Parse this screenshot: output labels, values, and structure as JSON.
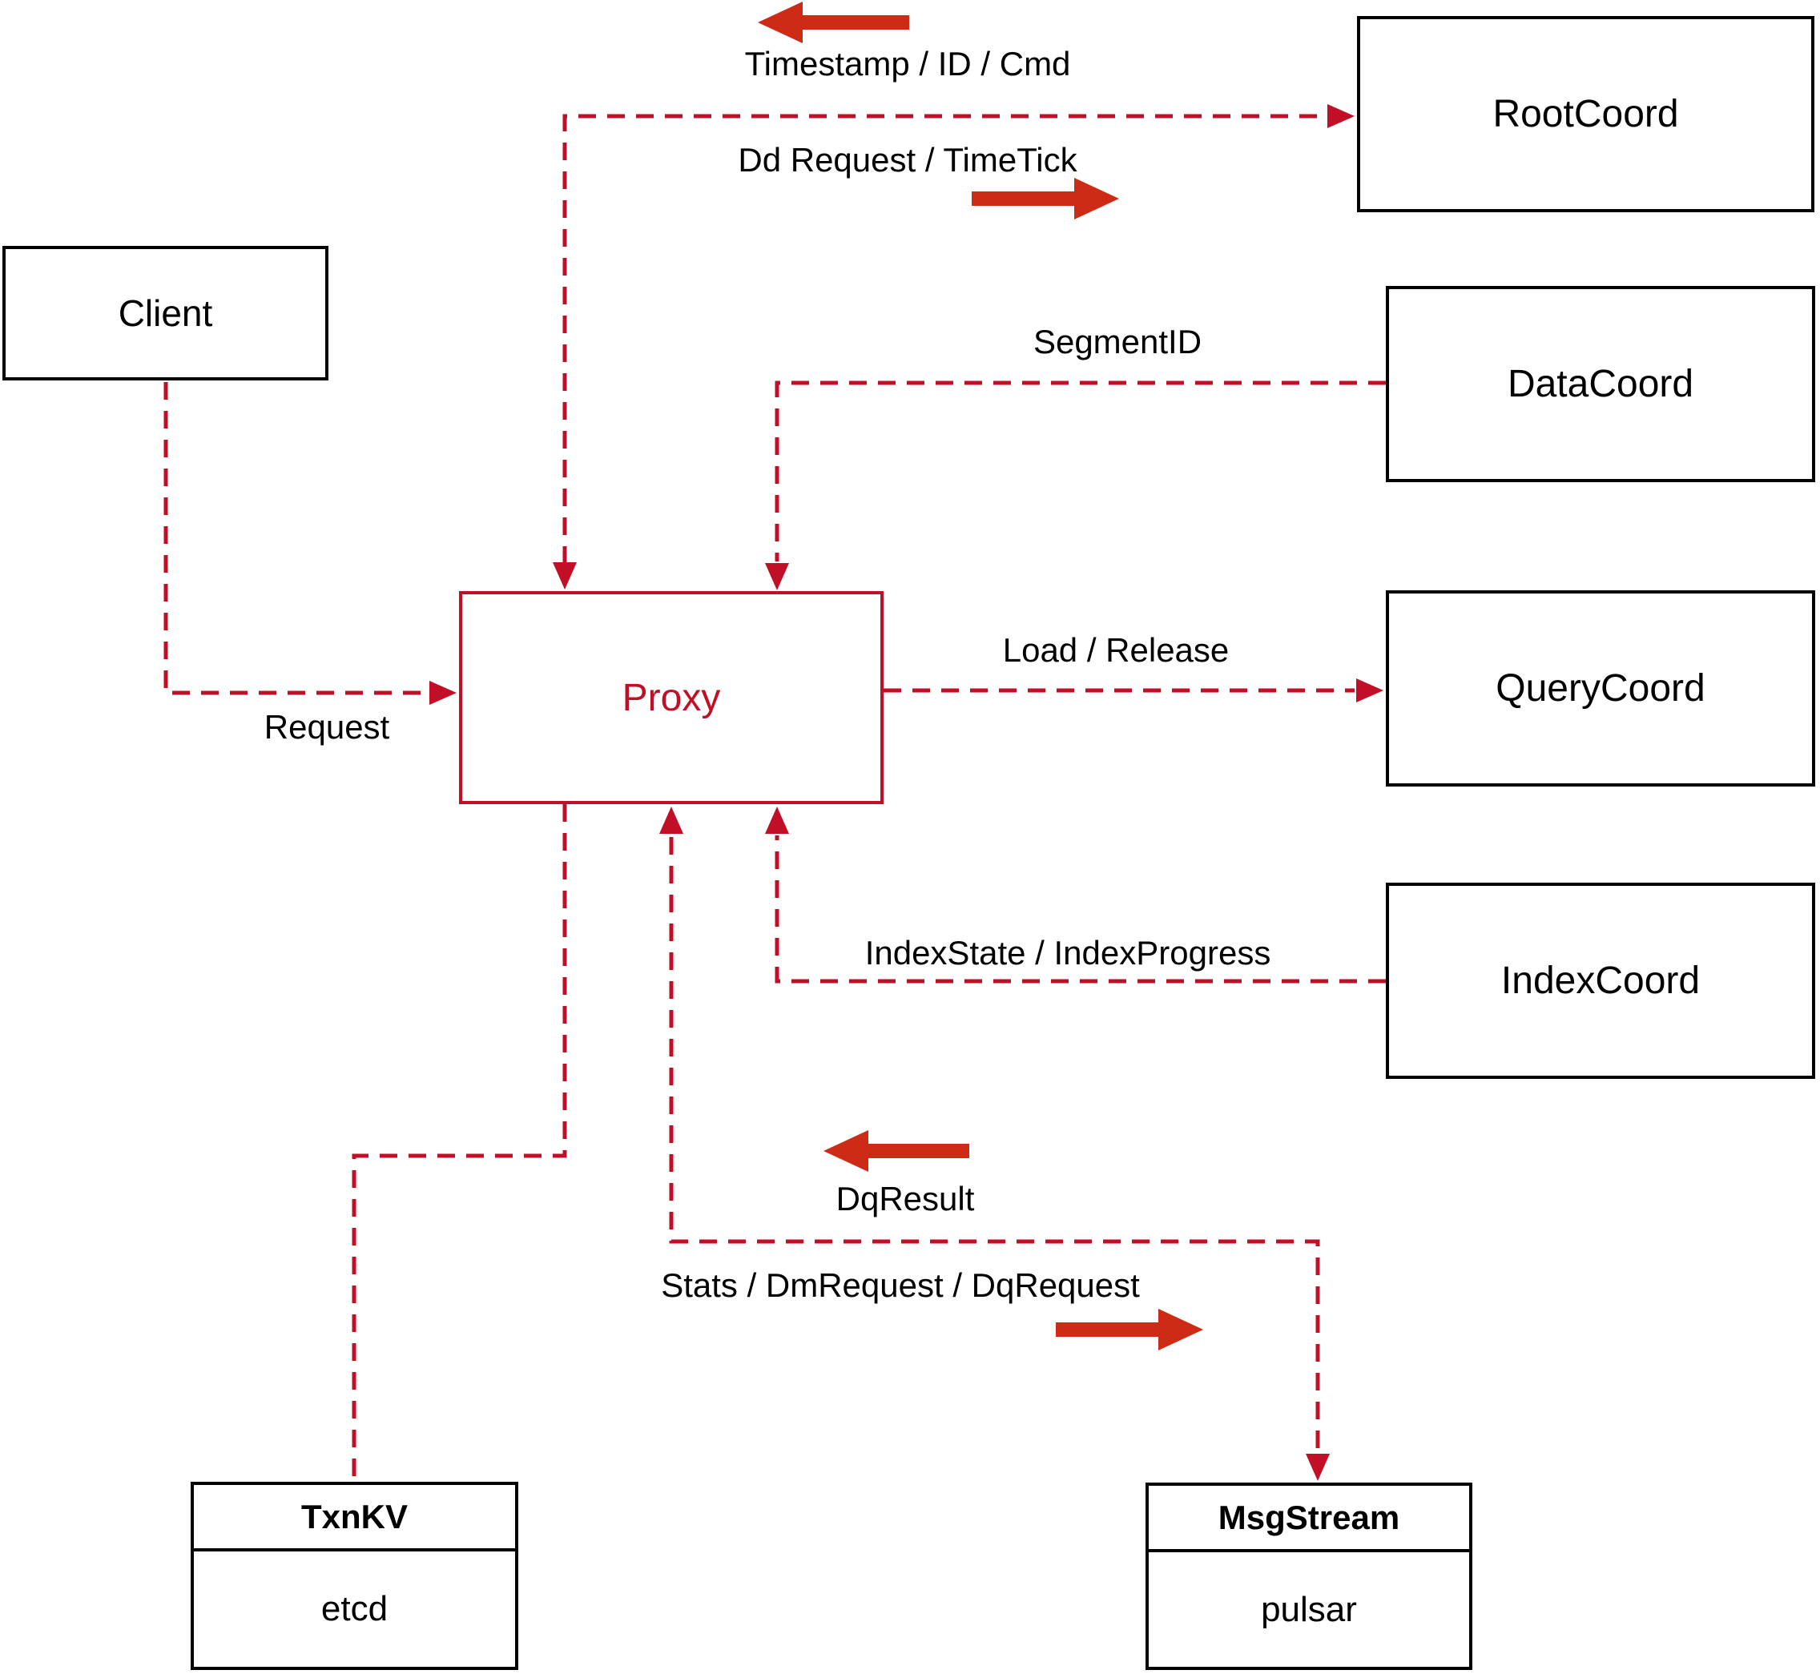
{
  "diagram": {
    "colors": {
      "connector_dashed": "#c00f26",
      "direction_arrow": "#ce2b17",
      "box_border": "#000000",
      "proxy_accent": "#c00f26",
      "text": "#000000",
      "background": "#ffffff"
    },
    "nodes": {
      "client": {
        "label": "Client"
      },
      "proxy": {
        "label": "Proxy"
      },
      "rootcoord": {
        "label": "RootCoord"
      },
      "datacoord": {
        "label": "DataCoord"
      },
      "querycoord": {
        "label": "QueryCoord"
      },
      "indexcoord": {
        "label": "IndexCoord"
      },
      "txnkv": {
        "title": "TxnKV",
        "body": "etcd"
      },
      "msgstream": {
        "title": "MsgStream",
        "body": "pulsar"
      }
    },
    "edge_labels": {
      "timestamp": "Timestamp / ID / Cmd",
      "dd_request": "Dd Request / TimeTick",
      "segment_id": "SegmentID",
      "load_release": "Load / Release",
      "index_state": "IndexState / IndexProgress",
      "request": "Request",
      "dq_result": "DqResult",
      "stats": "Stats / DmRequest / DqRequest"
    },
    "edges": [
      {
        "from": "Client",
        "to": "Proxy",
        "label": "Request"
      },
      {
        "from": "Proxy",
        "to": "RootCoord",
        "labels": [
          "Timestamp / ID / Cmd",
          "Dd Request / TimeTick"
        ],
        "bidirectional": true
      },
      {
        "from": "DataCoord",
        "to": "Proxy",
        "label": "SegmentID"
      },
      {
        "from": "Proxy",
        "to": "QueryCoord",
        "label": "Load / Release"
      },
      {
        "from": "IndexCoord",
        "to": "Proxy",
        "label": "IndexState / IndexProgress"
      },
      {
        "from": "Proxy",
        "to": "TxnKV"
      },
      {
        "from": "Proxy",
        "to": "MsgStream",
        "labels": [
          "DqResult",
          "Stats / DmRequest / DqRequest"
        ],
        "bidirectional": true
      }
    ]
  }
}
